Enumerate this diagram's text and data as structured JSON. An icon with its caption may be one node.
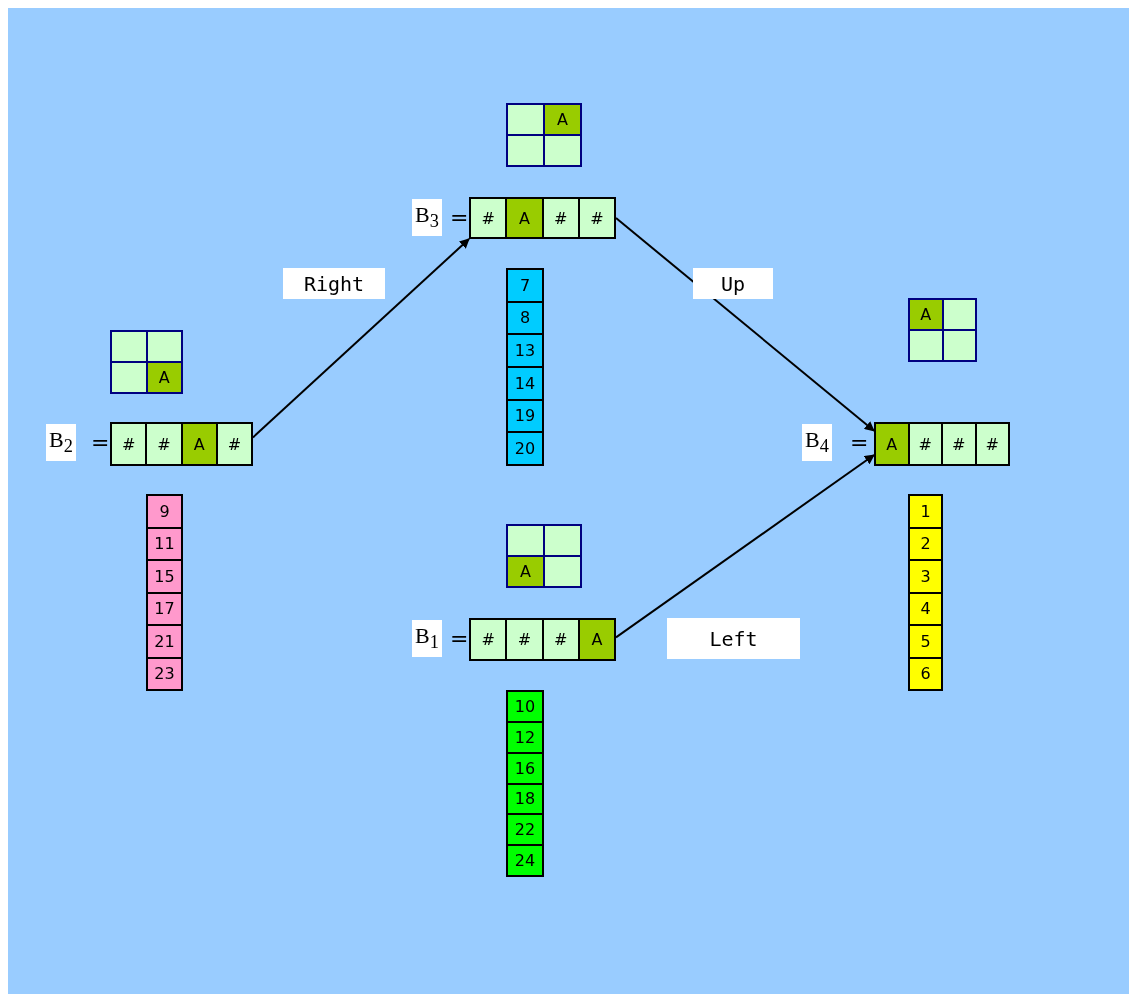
{
  "diagram": {
    "nodes": [
      {
        "text": [
          "A"
        ]
      },
      {
        "text": [
          "#",
          "A",
          "#",
          "#"
        ],
        "beside": [
          "B$_{3}$",
          "="
        ]
      },
      {
        "text": [
          "7",
          "8",
          "13",
          "14",
          "19",
          "20"
        ]
      },
      {
        "text": [
          "A"
        ]
      },
      {
        "text": [
          "#",
          "#",
          "A",
          "#"
        ],
        "beside": [
          "B$_{2}$",
          "="
        ]
      },
      {
        "text": [
          "9",
          "11",
          "15",
          "17",
          "21",
          "23"
        ]
      },
      {
        "text": [
          "A"
        ]
      },
      {
        "text": [
          "A",
          "#",
          "#",
          "#"
        ],
        "beside": [
          "B$_{4}$",
          "="
        ]
      },
      {
        "text": [
          "1",
          "2",
          "3",
          "4",
          "5",
          "6"
        ]
      },
      {
        "text": [
          "A"
        ]
      },
      {
        "text": [
          "#",
          "#",
          "#",
          "A"
        ],
        "beside": [
          "B$_{1}$",
          "="
        ]
      },
      {
        "text": [
          "10",
          "12",
          "16",
          "18",
          "22",
          "24"
        ]
      }
    ],
    "edges": [
      {
        "from": 4,
        "to": 1,
        "arrow": "to",
        "label": "Right"
      },
      {
        "from": 1,
        "to": 7,
        "arrow": "to",
        "label": "Up"
      },
      {
        "from": 10,
        "to": 7,
        "arrow": "to",
        "label": "Left"
      }
    ]
  }
}
